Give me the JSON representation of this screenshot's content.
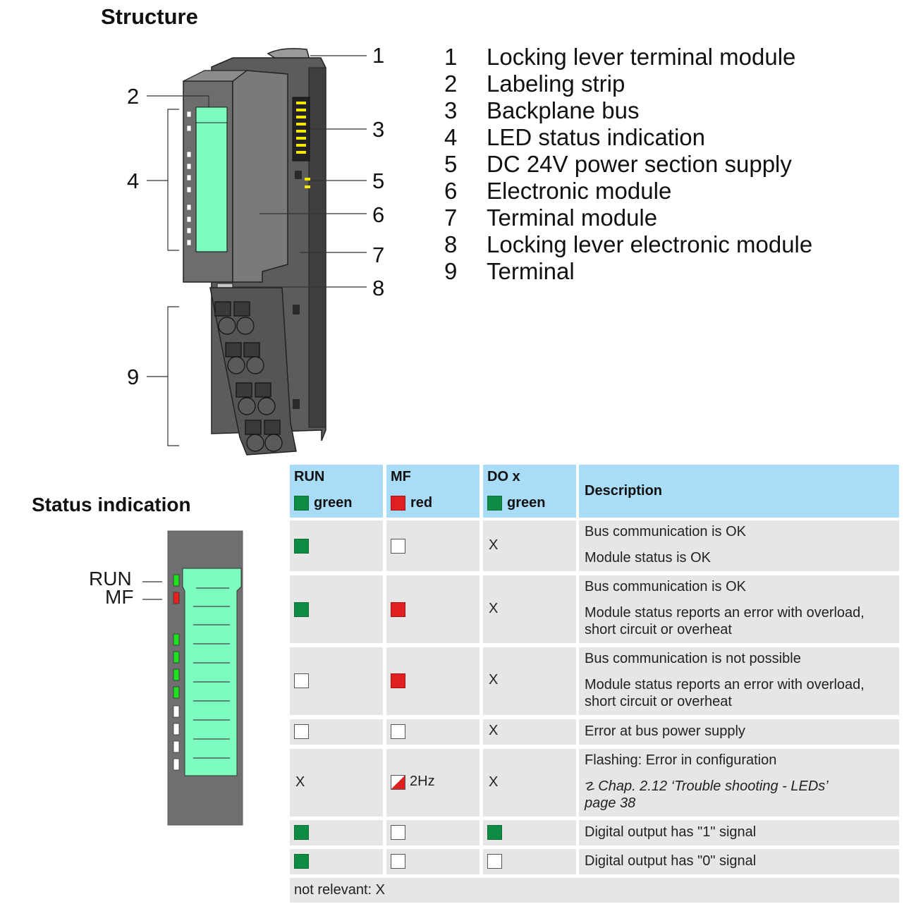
{
  "structure": {
    "heading": "Structure",
    "callouts": [
      "1",
      "2",
      "3",
      "4",
      "5",
      "6",
      "7",
      "8",
      "9"
    ],
    "legend": [
      {
        "num": "1",
        "label": "Locking lever terminal module"
      },
      {
        "num": "2",
        "label": "Labeling strip"
      },
      {
        "num": "3",
        "label": "Backplane bus"
      },
      {
        "num": "4",
        "label": "LED status indication"
      },
      {
        "num": "5",
        "label": "DC 24V power section supply"
      },
      {
        "num": "6",
        "label": "Electronic module"
      },
      {
        "num": "7",
        "label": "Terminal module"
      },
      {
        "num": "8",
        "label": "Locking lever electronic module"
      },
      {
        "num": "9",
        "label": "Terminal"
      }
    ]
  },
  "status": {
    "heading": "Status indication",
    "led_labels": {
      "run": "RUN",
      "mf": "MF"
    },
    "colors": {
      "green": "#0e8c44",
      "red": "#e02020",
      "header": "#a9dcf6",
      "row": "#e6e6e6",
      "strip": "#7dfcc0",
      "module": "#707070"
    },
    "table": {
      "headers": [
        {
          "name": "RUN",
          "color_label": "green",
          "led": "green"
        },
        {
          "name": "MF",
          "color_label": "red",
          "led": "red"
        },
        {
          "name": "DO x",
          "color_label": "green",
          "led": "green"
        },
        {
          "name": "Description"
        }
      ],
      "rows": [
        {
          "run": "green",
          "mf": "off",
          "do": "X",
          "desc": [
            "Bus communication is OK",
            "Module status is OK"
          ]
        },
        {
          "run": "green",
          "mf": "red",
          "do": "X",
          "desc": [
            "Bus communication is OK",
            "Module status reports an error with overload,",
            "short circuit or overheat"
          ]
        },
        {
          "run": "off",
          "mf": "red",
          "do": "X",
          "desc": [
            "Bus communication is not possible",
            "Module status reports an error with overload,",
            "short circuit or overheat"
          ]
        },
        {
          "run": "off",
          "mf": "off",
          "do": "X",
          "desc": [
            "Error at bus power supply"
          ]
        },
        {
          "run": "X",
          "mf": "flash",
          "mf_text": "2Hz",
          "do": "X",
          "desc": [
            "Flashing: Error in configuration",
            "Chap. 2.12 ‘Trouble shooting - LEDs’",
            "page 38"
          ]
        },
        {
          "run": "green",
          "mf": "off",
          "do": "green",
          "desc": [
            "Digital output has \"1\" signal"
          ]
        },
        {
          "run": "green",
          "mf": "off",
          "do": "off",
          "desc": [
            "Digital output has \"0\" signal"
          ]
        }
      ],
      "footer": "not relevant: X"
    }
  }
}
